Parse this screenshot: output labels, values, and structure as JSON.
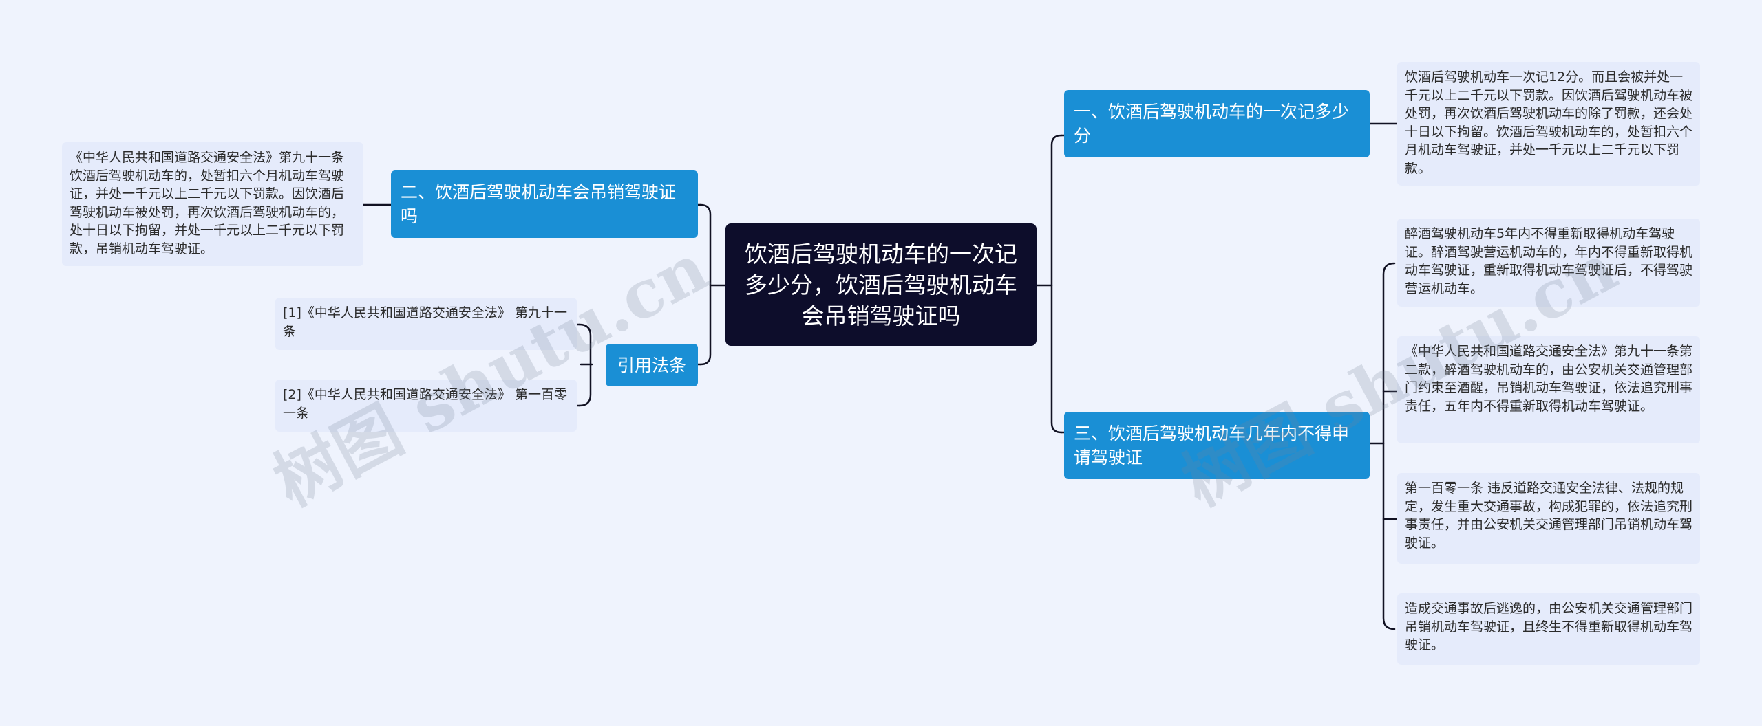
{
  "root": {
    "text": "饮酒后驾驶机动车的一次记多少分，饮酒后驾驶机动车会吊销驾驶证吗"
  },
  "branches": {
    "b1": {
      "title": "一、饮酒后驾驶机动车的一次记多少分",
      "leaves": [
        "饮酒后驾驶机动车一次记12分。而且会被并处一千元以上二千元以下罚款。因饮酒后驾驶机动车被处罚，再次饮酒后驾驶机动车的除了罚款，还会处十日以下拘留。饮酒后驾驶机动车的，处暂扣六个月机动车驾驶证，并处一千元以上二千元以下罚款。"
      ]
    },
    "b2": {
      "title": "二、饮酒后驾驶机动车会吊销驾驶证吗",
      "leaves": [
        "《中华人民共和国道路交通安全法》第九十一条 饮酒后驾驶机动车的，处暂扣六个月机动车驾驶证，并处一千元以上二千元以下罚款。因饮酒后驾驶机动车被处罚，再次饮酒后驾驶机动车的，处十日以下拘留，并处一千元以上二千元以下罚款，吊销机动车驾驶证。"
      ]
    },
    "b3": {
      "title": "三、饮酒后驾驶机动车几年内不得申请驾驶证",
      "leaves": [
        "醉酒驾驶机动车5年内不得重新取得机动车驾驶证。醉酒驾驶营运机动车的，年内不得重新取得机动车驾驶证，重新取得机动车驾驶证后，不得驾驶营运机动车。",
        "《中华人民共和国道路交通安全法》第九十一条第二款，醉酒驾驶机动车的，由公安机关交通管理部门约束至酒醒，吊销机动车驾驶证，依法追究刑事责任，五年内不得重新取得机动车驾驶证。",
        "第一百零一条 违反道路交通安全法律、法规的规定，发生重大交通事故，构成犯罪的，依法追究刑事责任，并由公安机关交通管理部门吊销机动车驾驶证。",
        "造成交通事故后逃逸的，由公安机关交通管理部门吊销机动车驾驶证，且终生不得重新取得机动车驾驶证。"
      ]
    },
    "b4": {
      "title": "引用法条",
      "leaves": [
        "[1]《中华人民共和国道路交通安全法》 第九十一条",
        "[2]《中华人民共和国道路交通安全法》 第一百零一条"
      ]
    }
  },
  "watermarks": [
    "树图 shutu.cn",
    "树图 shutu.cn"
  ]
}
